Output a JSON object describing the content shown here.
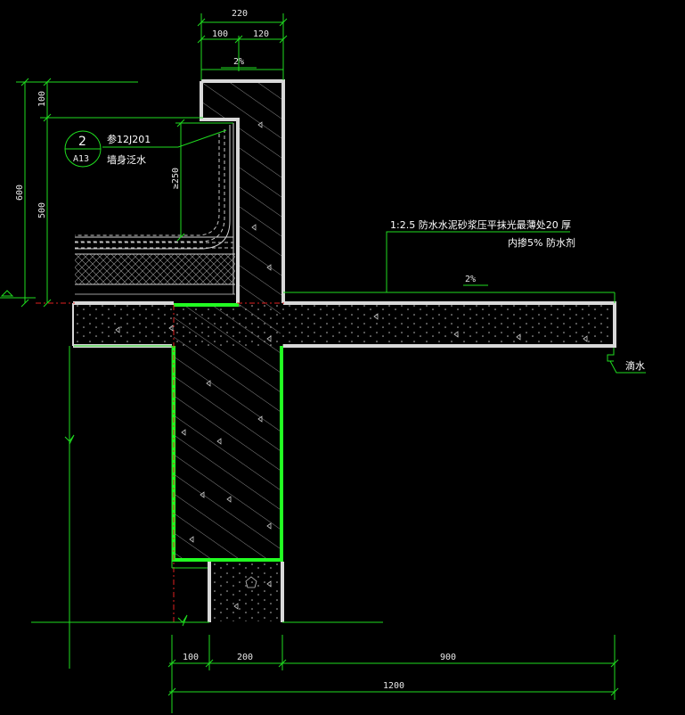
{
  "dimensions": {
    "top_total": "220",
    "top_left": "100",
    "top_right": "120",
    "left_total": "600",
    "left_upper": "100",
    "left_lower": "500",
    "upturn_height": "≥250",
    "bottom_a": "100",
    "bottom_b": "200",
    "bottom_c": "900",
    "bottom_total": "1200"
  },
  "slopes": {
    "parapet_top": "2%",
    "slab_top": "2%"
  },
  "detail_ref": {
    "number": "2",
    "sheet": "A13",
    "ref_code": "参12J201",
    "ref_desc": "墙身泛水"
  },
  "notes": {
    "mortar_line1": "1:2.5   防水水泥砂浆压平抹光最薄处20  厚",
    "mortar_line2": "内掺5% 防水剂",
    "drip": "滴水"
  },
  "colors": {
    "background": "#000000",
    "dimension_lines": "#1fdc1f",
    "concrete_outline": "#d8d8d8",
    "beam_highlight": "#22ff22",
    "axis_line": "#e02020"
  }
}
